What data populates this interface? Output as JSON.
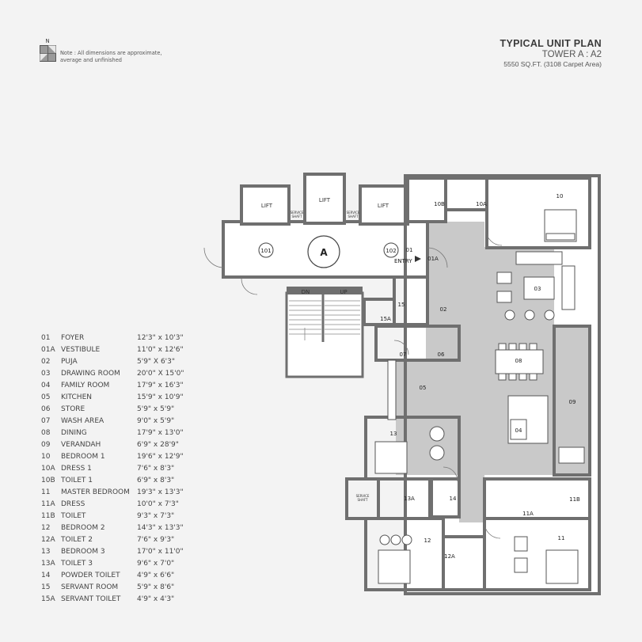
{
  "header": {
    "title": "TYPICAL UNIT PLAN",
    "tower": "TOWER A : A2",
    "area": "5550 SQ.FT. (3108 Carpet Area)"
  },
  "north_label": "N",
  "note": "Note : All dimensions are approximate, average and unfinished",
  "legend": [
    {
      "code": "01",
      "name": "FOYER",
      "dim": "12'3\" x 10'3\""
    },
    {
      "code": "01A",
      "name": "VESTIBULE",
      "dim": "11'0\" x 12'6\""
    },
    {
      "code": "02",
      "name": "PUJA",
      "dim": "5'9\" X 6'3\""
    },
    {
      "code": "03",
      "name": "DRAWING ROOM",
      "dim": "20'0\" X 15'0\""
    },
    {
      "code": "04",
      "name": "FAMILY ROOM",
      "dim": "17'9\" x 16'3\""
    },
    {
      "code": "05",
      "name": "KITCHEN",
      "dim": "15'9\" x 10'9\""
    },
    {
      "code": "06",
      "name": "STORE",
      "dim": "5'9\" x 5'9\""
    },
    {
      "code": "07",
      "name": "WASH AREA",
      "dim": "9'0\" x 5'9\""
    },
    {
      "code": "08",
      "name": "DINING",
      "dim": "17'9\" x 13'0\""
    },
    {
      "code": "09",
      "name": "VERANDAH",
      "dim": "6'9\" x 28'9\""
    },
    {
      "code": "10",
      "name": "BEDROOM 1",
      "dim": "19'6\" x 12'9\""
    },
    {
      "code": "10A",
      "name": "DRESS 1",
      "dim": "7'6\" x 8'3\""
    },
    {
      "code": "10B",
      "name": "TOILET 1",
      "dim": "6'9\" x 8'3\""
    },
    {
      "code": "11",
      "name": "MASTER BEDROOM",
      "dim": "19'3\" x 13'3\""
    },
    {
      "code": "11A",
      "name": "DRESS",
      "dim": "10'0\" x 7'3\""
    },
    {
      "code": "11B",
      "name": "TOILET",
      "dim": "9'3\" x 7'3\""
    },
    {
      "code": "12",
      "name": "BEDROOM 2",
      "dim": "14'3\" x 13'3\""
    },
    {
      "code": "12A",
      "name": "TOILET 2",
      "dim": "7'6\" x 9'3\""
    },
    {
      "code": "13",
      "name": "BEDROOM 3",
      "dim": "17'0\" x 11'0\""
    },
    {
      "code": "13A",
      "name": "TOILET 3",
      "dim": "9'6\" x 7'0\""
    },
    {
      "code": "14",
      "name": "POWDER TOILET",
      "dim": "4'9\" x 6'6\""
    },
    {
      "code": "15",
      "name": "SERVANT ROOM",
      "dim": "5'9\" x 8'6\""
    },
    {
      "code": "15A",
      "name": "SERVANT TOILET",
      "dim": "4'9\" x 4'3\""
    }
  ],
  "plan": {
    "lift": "LIFT",
    "service_shaft_line1": "SERVICE",
    "service_shaft_line2": "SHAFT",
    "core_label": "A",
    "unit_101": "101",
    "unit_102": "102",
    "entry": "ENTRY",
    "stair_down": "DN",
    "stair_up": "UP",
    "rooms": {
      "r01": "01",
      "r01A": "01A",
      "r02": "02",
      "r03": "03",
      "r04": "04",
      "r05": "05",
      "r06": "06",
      "r07": "07",
      "r08": "08",
      "r09": "09",
      "r10": "10",
      "r10A": "10A",
      "r10B": "10B",
      "r11": "11",
      "r11A": "11A",
      "r11B": "11B",
      "r12": "12",
      "r12A": "12A",
      "r13": "13",
      "r13A": "13A",
      "r14": "14",
      "r15": "15",
      "r15A": "15A"
    }
  },
  "colors": {
    "background": "#f3f3f3",
    "wall": "#6f6f6f",
    "corridor": "#c9c9c9",
    "room": "#ffffff",
    "text": "#3a3a3a"
  }
}
